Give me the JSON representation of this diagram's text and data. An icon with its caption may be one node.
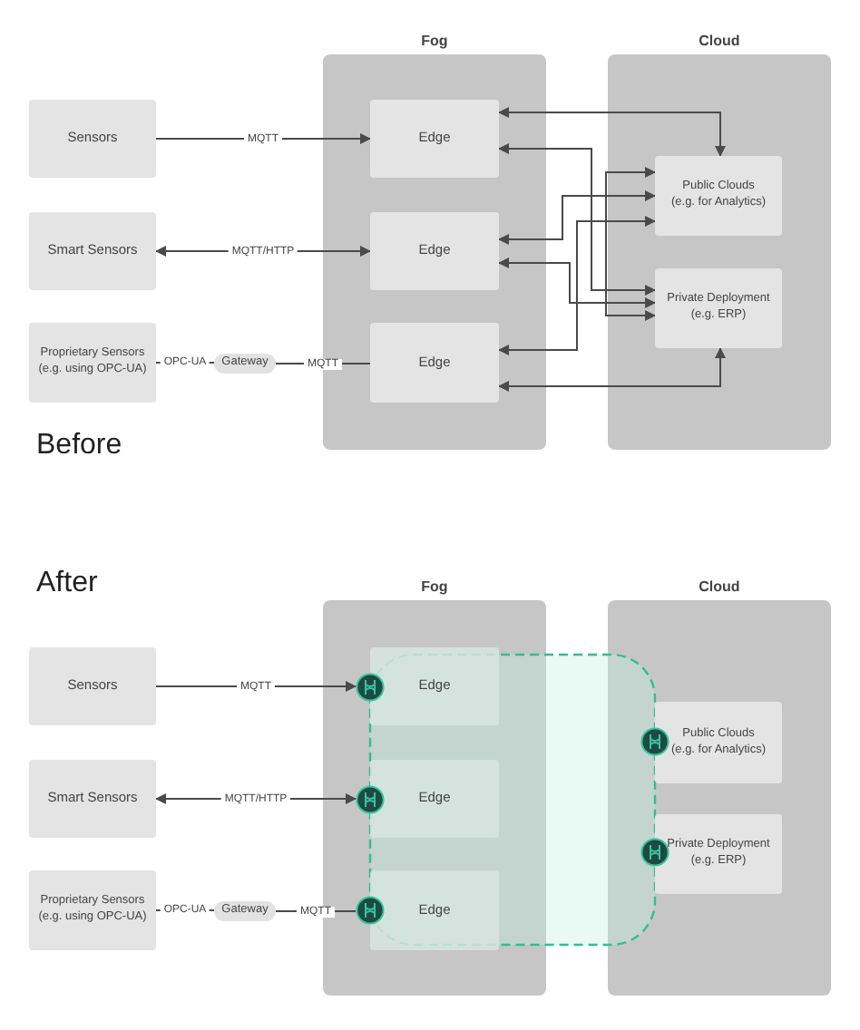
{
  "diagram": {
    "nodes": [
      {
        "text": [
          "Fog"
        ]
      },
      {
        "text": [
          "Cloud"
        ]
      },
      {
        "text": [
          "Sensors"
        ]
      },
      {
        "text": [
          "Smart Sensors"
        ]
      },
      {
        "text": [
          "Proprietary Sensors",
          "(e.g. using OPC-UA)"
        ]
      },
      {
        "text": [
          "Gateway"
        ]
      },
      {
        "text": [
          "Edge"
        ],
        "in": 0
      },
      {
        "text": [
          "Edge"
        ],
        "in": 0
      },
      {
        "text": [
          "Edge"
        ],
        "in": 0
      },
      {
        "text": [
          "Public Clouds",
          "(e.g. for Analytics)"
        ],
        "in": 1
      },
      {
        "text": [
          "Private Deployment",
          "(e.g. ERP)"
        ],
        "in": 1
      },
      {
        "text": [
          "Fog"
        ]
      },
      {
        "text": [
          "Cloud"
        ]
      },
      {
        "text": [
          "Sensors"
        ]
      },
      {
        "text": [
          "Smart Sensors"
        ]
      },
      {
        "text": [
          "Proprietary Sensors",
          "(e.g. using OPC-UA)"
        ]
      },
      {
        "text": [
          "Gateway"
        ]
      },
      {
        "text": [
          "Edge"
        ],
        "in": 11
      },
      {
        "text": [
          "Edge"
        ],
        "in": 11
      },
      {
        "text": [
          "Edge"
        ],
        "in": 11
      },
      {
        "text": [
          "Public Clouds",
          "(e.g. for Analytics)"
        ],
        "in": 12
      },
      {
        "text": [
          "Private Deployment",
          "(e.g. ERP)"
        ],
        "in": 12
      },
      {
        "text": [],
        "shape": "circle",
        "in": 11
      },
      {
        "text": [],
        "shape": "circle",
        "in": 11
      },
      {
        "text": [],
        "shape": "circle",
        "in": 11
      },
      {
        "text": [],
        "shape": "circle",
        "in": 12
      },
      {
        "text": [],
        "shape": "circle",
        "in": 12
      }
    ],
    "edges": [
      {
        "from": 2,
        "to": 6,
        "arrow": "to",
        "label": "MQTT"
      },
      {
        "from": 3,
        "to": 7,
        "arrow": "both",
        "label": "MQTT/HTTP"
      },
      {
        "from": 4,
        "to": 5,
        "arrow": "none",
        "label": "OPC-UA"
      },
      {
        "from": 5,
        "to": 8,
        "arrow": "none",
        "label": "MQTT"
      },
      {
        "from": 6,
        "to": 9,
        "arrow": "both"
      },
      {
        "from": 6,
        "to": 10,
        "arrow": "both"
      },
      {
        "from": 7,
        "to": 9,
        "arrow": "both"
      },
      {
        "from": 7,
        "to": 10,
        "arrow": "both"
      },
      {
        "from": 8,
        "to": 9,
        "arrow": "both"
      },
      {
        "from": 8,
        "to": 10,
        "arrow": "both"
      },
      {
        "from": 9,
        "to": 10,
        "arrow": "both"
      },
      {
        "from": 13,
        "to": 22,
        "arrow": "to",
        "label": "MQTT"
      },
      {
        "from": 14,
        "to": 23,
        "arrow": "both",
        "label": "MQTT/HTTP"
      },
      {
        "from": 15,
        "to": 16,
        "arrow": "none",
        "label": "OPC-UA"
      },
      {
        "from": 16,
        "to": 24,
        "arrow": "none",
        "label": "MQTT"
      }
    ],
    "labels": [
      "Before",
      "After"
    ]
  }
}
